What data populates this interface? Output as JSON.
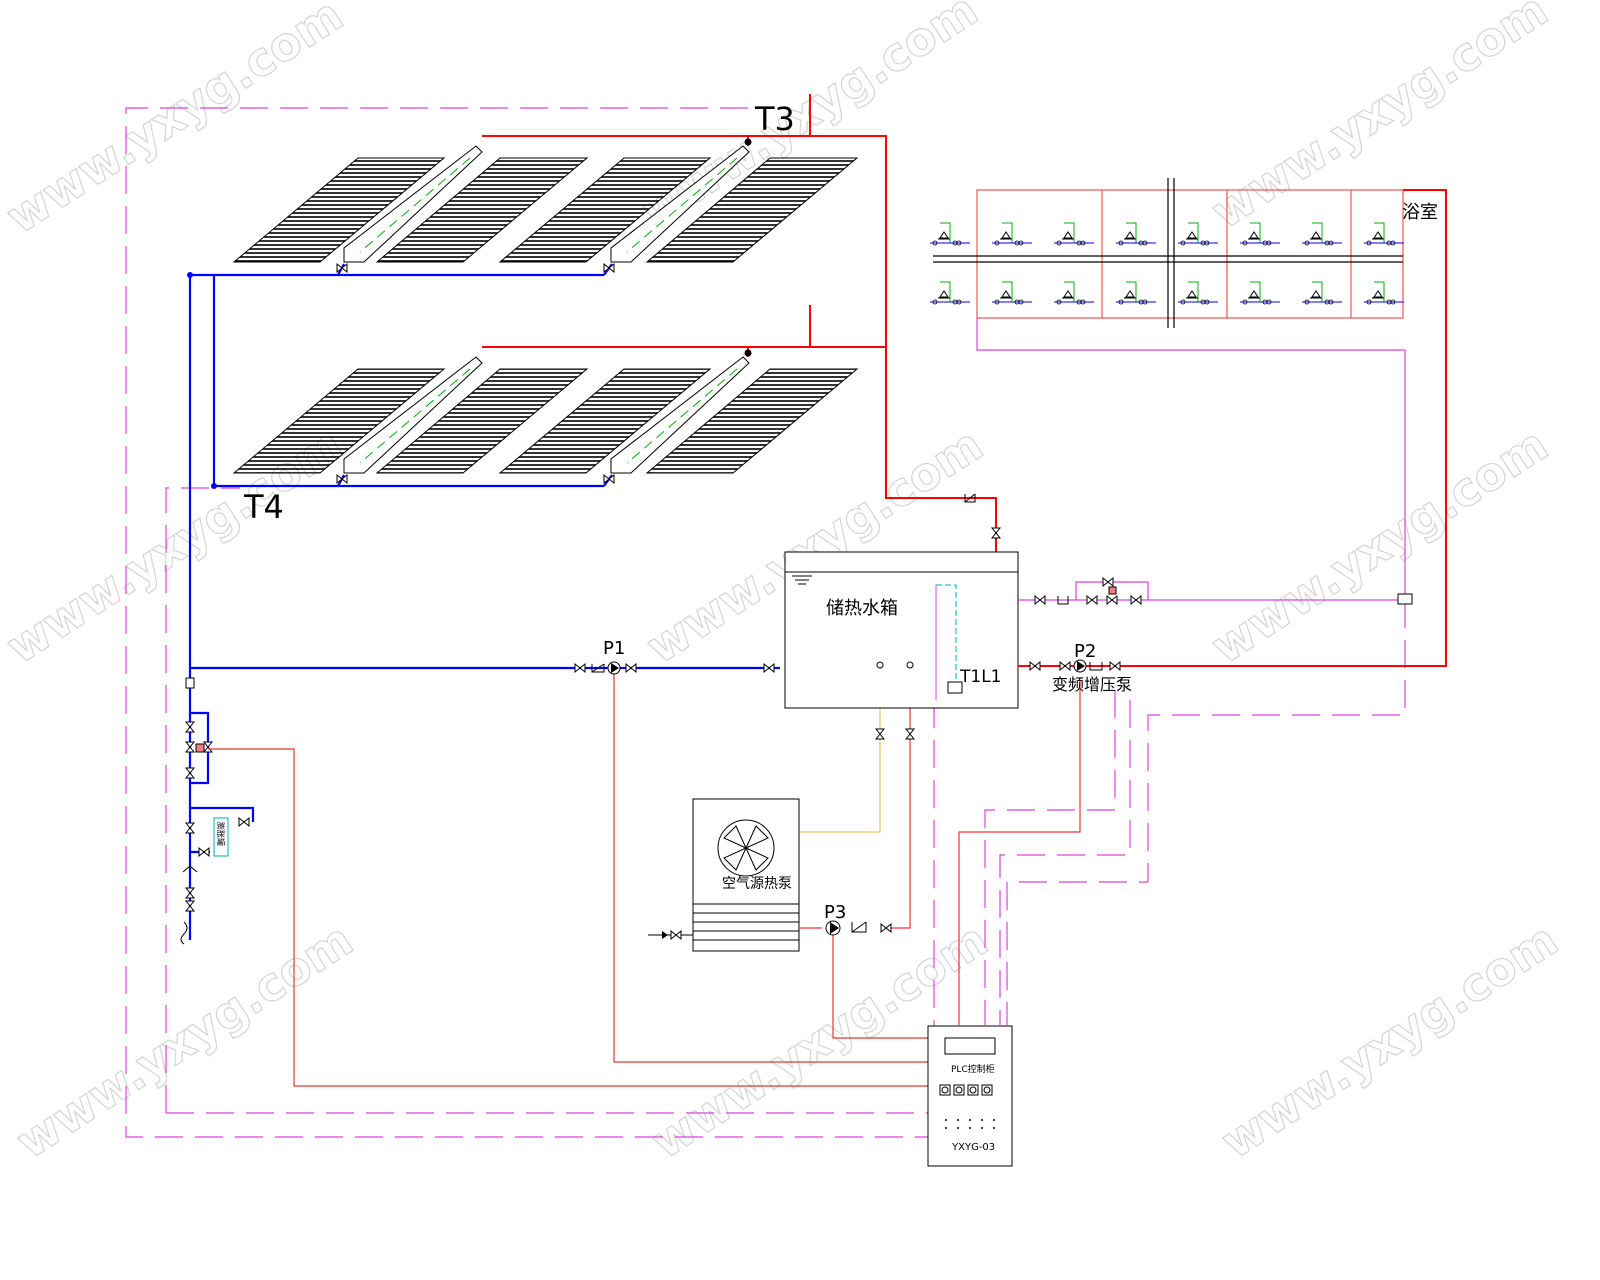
{
  "labels": {
    "t3": "T3",
    "t4": "T4",
    "p1": "P1",
    "p2": "P2",
    "p3": "P3",
    "tank": "储热水箱",
    "level_sensor": "T1L1",
    "booster_pump": "变频增压泵",
    "air_heat_pump": "空气源热泵",
    "bathroom": "浴室",
    "plc_title": "PLC控制柜",
    "plc_model": "YXYG-03",
    "small_box": "膨胀罐"
  },
  "watermark": "www.yxyg.com",
  "colors": {
    "hot": "#ff0000",
    "cold": "#0000ff",
    "signal": "#e040e0",
    "control": "#ee3333",
    "aux": "#f0c060",
    "equipment": "#000000",
    "sensor": "#00b000",
    "watermark": "#d0d0d0"
  }
}
